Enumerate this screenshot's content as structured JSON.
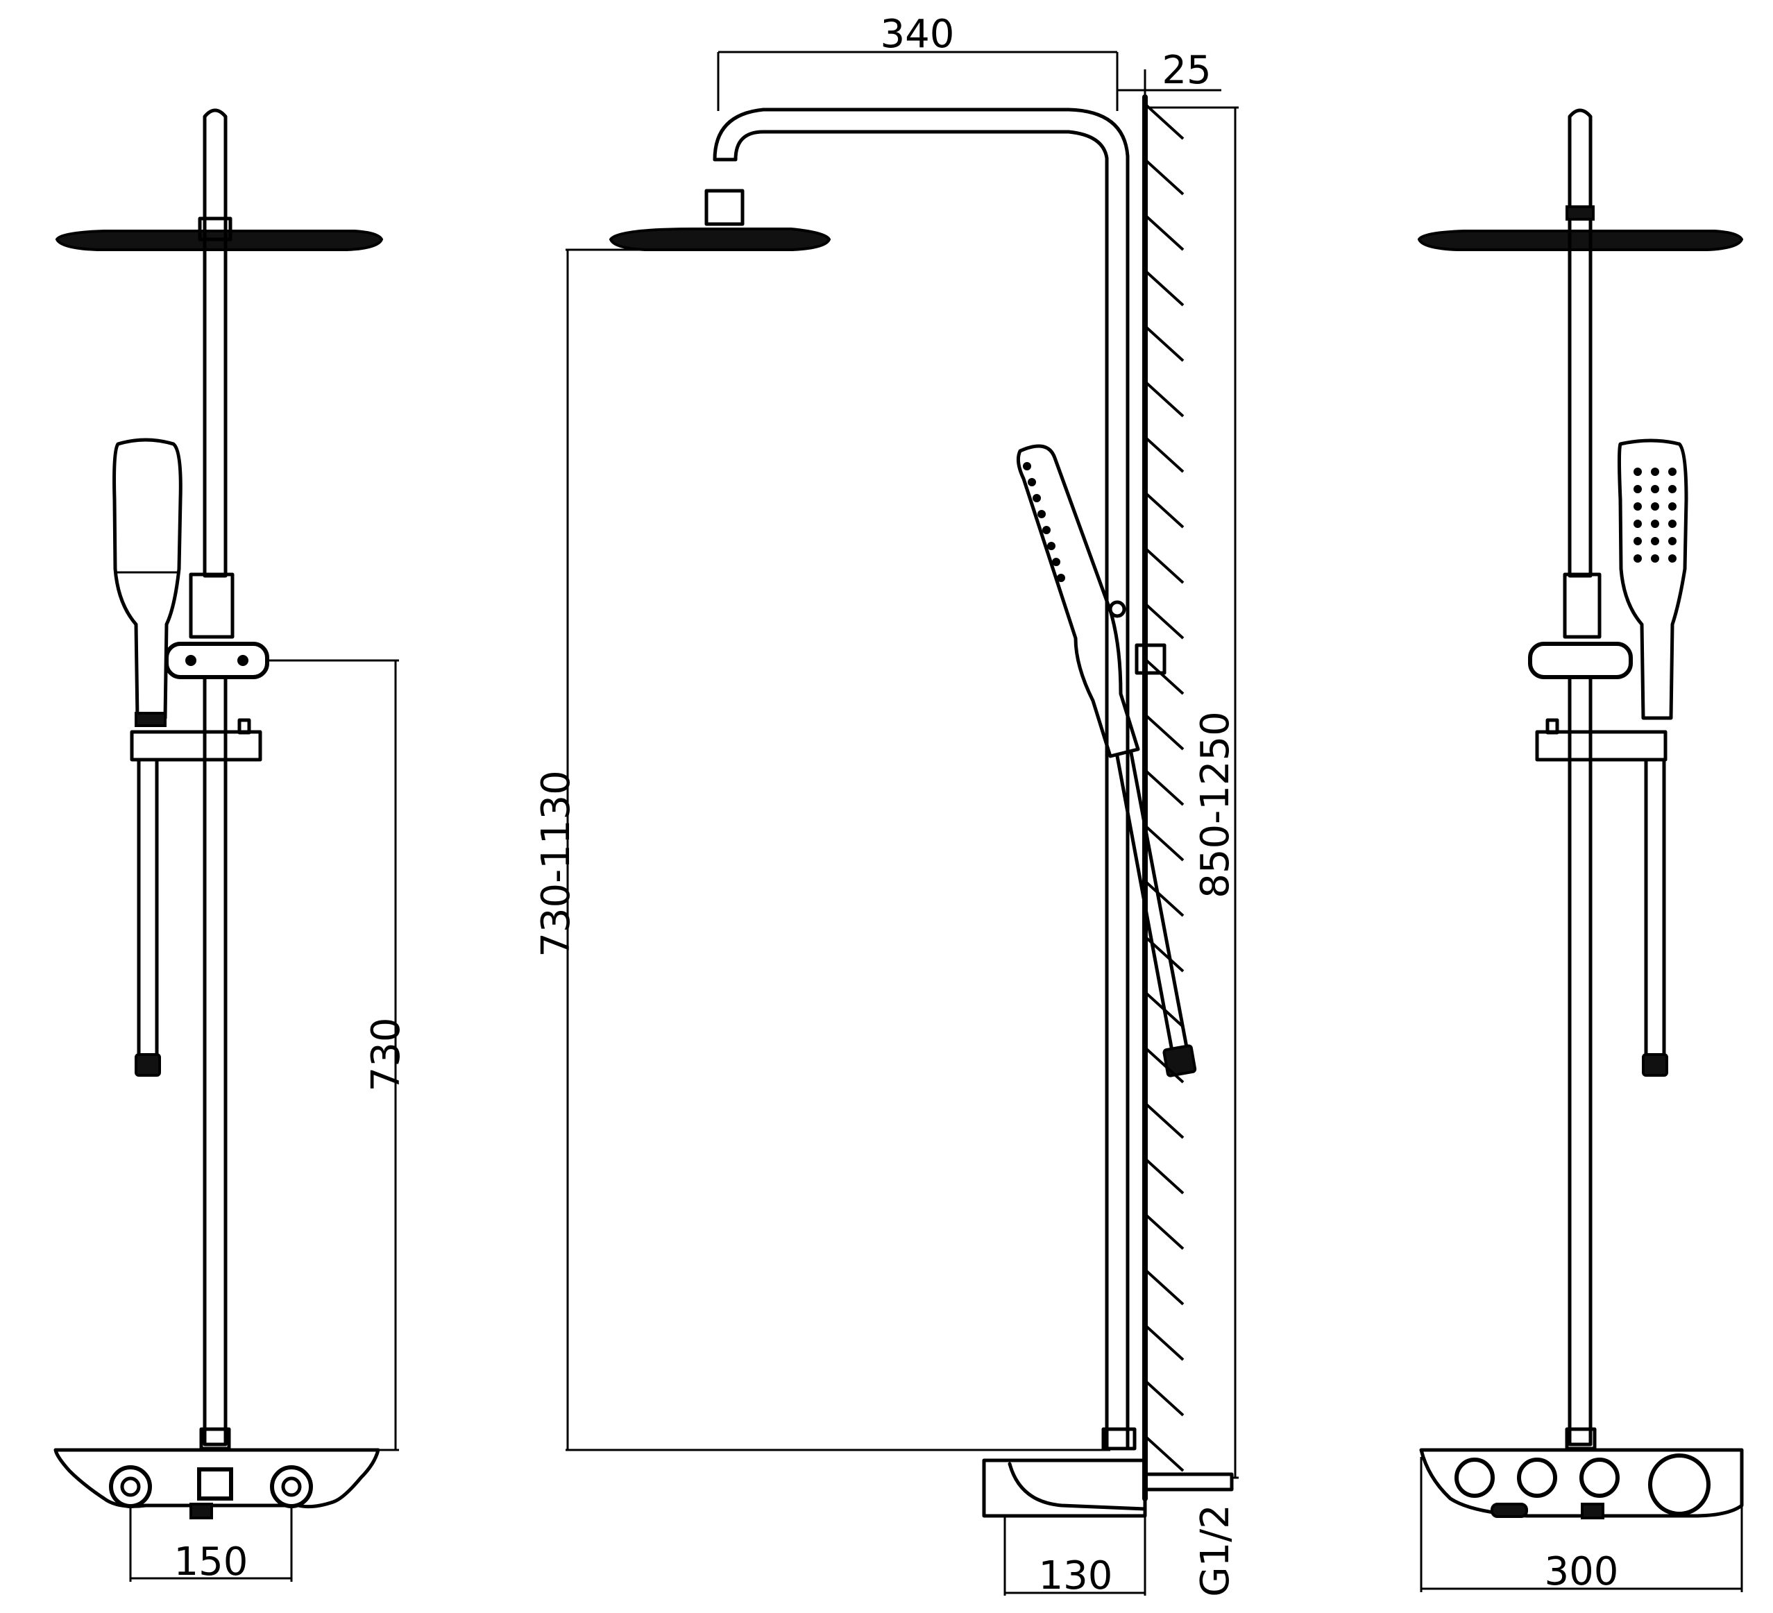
{
  "dimensions": {
    "arm_reach": "340",
    "wall_offset": "25",
    "slide_rail_height": "730",
    "head_height_range": "730-1130",
    "total_height_range": "850-1250",
    "inlet_spacing": "150",
    "shelf_depth": "130",
    "thread_size": "G1/2",
    "shelf_width": "300"
  }
}
